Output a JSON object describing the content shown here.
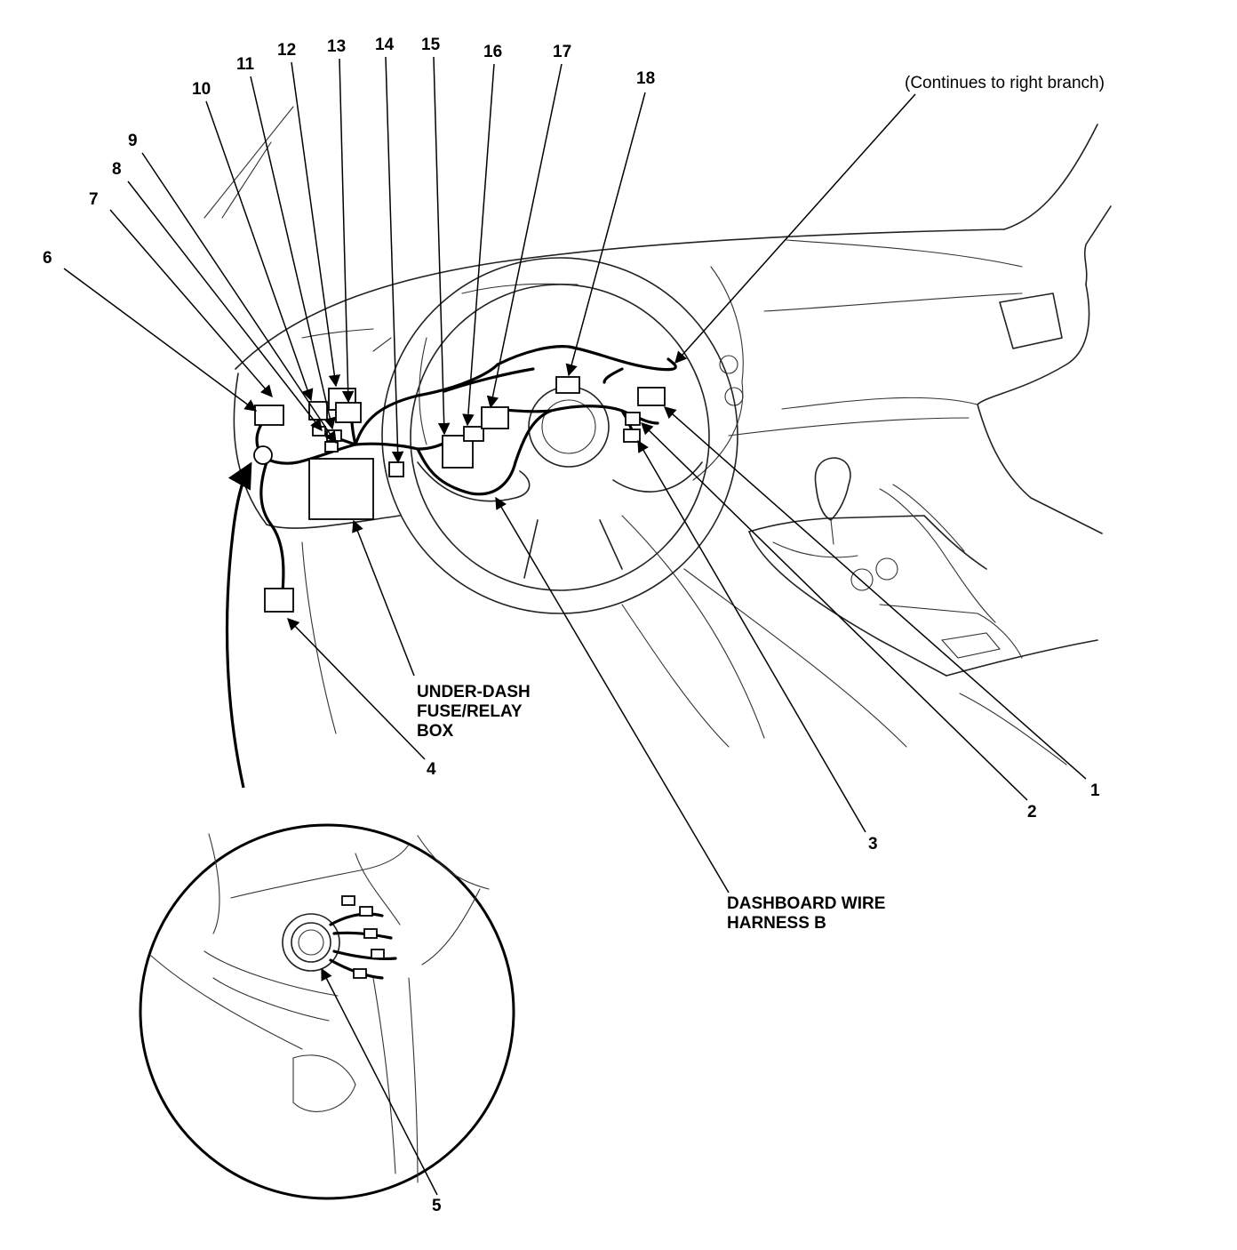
{
  "note": {
    "text": "(Continues to right branch)"
  },
  "callouts": {
    "fuse_box_line1": "UNDER-DASH",
    "fuse_box_line2": "FUSE/RELAY",
    "fuse_box_line3": "BOX",
    "harness_line1": "DASHBOARD WIRE",
    "harness_line2": "HARNESS B"
  },
  "labels": {
    "n1": "1",
    "n2": "2",
    "n3": "3",
    "n4": "4",
    "n5": "5",
    "n6": "6",
    "n7": "7",
    "n8": "8",
    "n9": "9",
    "n10": "10",
    "n11": "11",
    "n12": "12",
    "n13": "13",
    "n14": "14",
    "n15": "15",
    "n16": "16",
    "n17": "17",
    "n18": "18"
  }
}
